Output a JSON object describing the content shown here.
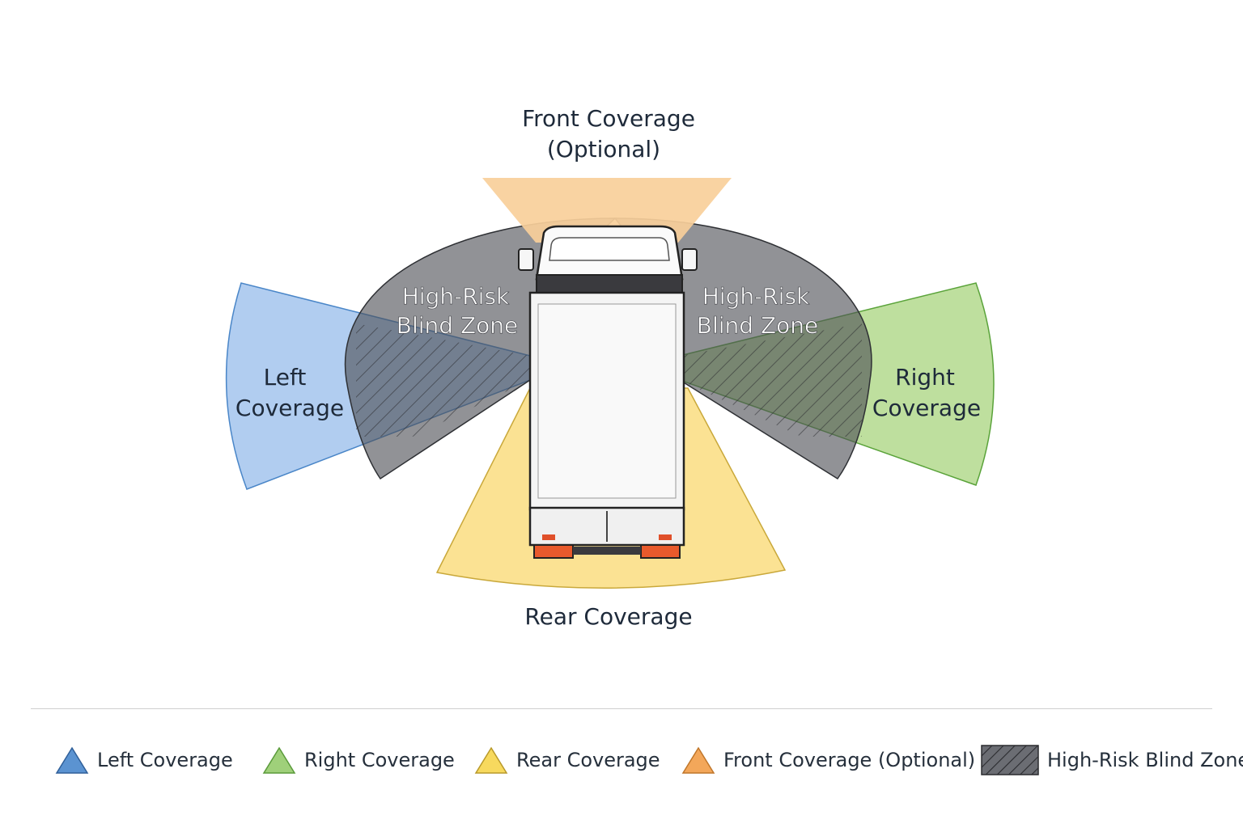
{
  "diagram": {
    "labels": {
      "front_line1": "Front Coverage",
      "front_line2": "(Optional)",
      "rear": "Rear Coverage",
      "left_line1": "Left",
      "left_line2": "Coverage",
      "right_line1": "Right",
      "right_line2": "Coverage",
      "blind_left_line1": "High-Risk",
      "blind_left_line2": "Blind Zone",
      "blind_right_line1": "High-Risk",
      "blind_right_line2": "Blind Zone"
    },
    "colors": {
      "left_fill": "#a9c8ee",
      "left_stroke": "#4a86c8",
      "right_fill": "#b7dc94",
      "right_stroke": "#5aa33a",
      "rear_fill": "#fbe08a",
      "rear_stroke": "#c9a83a",
      "front_fill": "#f8cf9a",
      "blind_fill": "#4d4f55"
    }
  },
  "legend": {
    "items": [
      {
        "label": "Left Coverage",
        "color": "#5b93d1",
        "shape": "triangle"
      },
      {
        "label": "Right Coverage",
        "color": "#9fd07a",
        "shape": "triangle"
      },
      {
        "label": "Rear Coverage",
        "color": "#f7d95e",
        "shape": "triangle"
      },
      {
        "label": "Front Coverage (Optional)",
        "color": "#f3a75a",
        "shape": "triangle"
      },
      {
        "label": "High-Risk Blind Zone",
        "color": "#5b5d63",
        "shape": "hatched-box"
      }
    ]
  }
}
